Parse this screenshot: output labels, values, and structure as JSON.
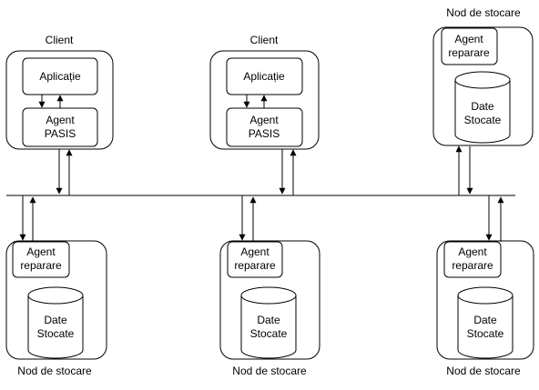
{
  "clients": [
    {
      "title": "Client",
      "app_label": "Aplicație",
      "agent_line1": "Agent",
      "agent_line2": "PASIS"
    },
    {
      "title": "Client",
      "app_label": "Aplicație",
      "agent_line1": "Agent",
      "agent_line2": "PASIS"
    }
  ],
  "storage_nodes": [
    {
      "title": "Nod de stocare",
      "agent_line1": "Agent",
      "agent_line2": "reparare",
      "data_line1": "Date",
      "data_line2": "Stocate"
    },
    {
      "title": "Nod de stocare",
      "agent_line1": "Agent",
      "agent_line2": "reparare",
      "data_line1": "Date",
      "data_line2": "Stocate"
    },
    {
      "title": "Nod de stocare",
      "agent_line1": "Agent",
      "agent_line2": "reparare",
      "data_line1": "Date",
      "data_line2": "Stocate"
    },
    {
      "title": "Nod de stocare",
      "agent_line1": "Agent",
      "agent_line2": "reparare",
      "data_line1": "Date",
      "data_line2": "Stocate"
    }
  ]
}
